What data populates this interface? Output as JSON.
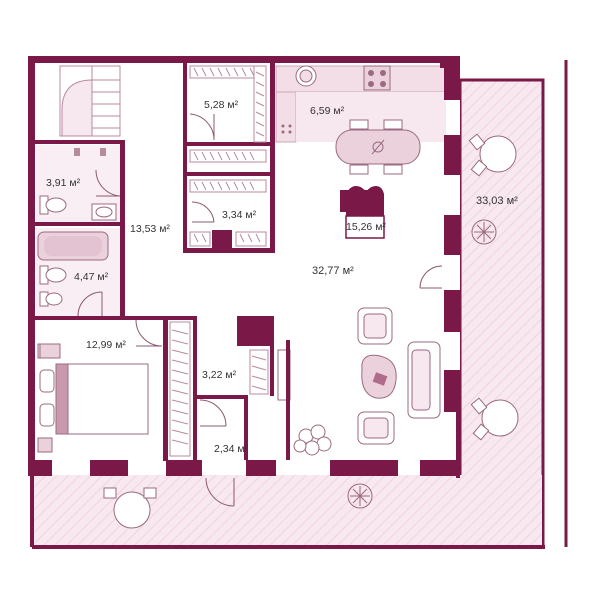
{
  "colors": {
    "wall": "#7a1847",
    "floor": "#ffffff",
    "terrace": "#f6e4ec",
    "tile": "#f3dde6",
    "fixture_fill": "#ead1dc",
    "fixture_stroke": "#9a6a80",
    "label": "#333333"
  },
  "rooms": {
    "wardrobe_top": {
      "area": "5,28 м²"
    },
    "kitchen": {
      "area": "6,59 м²"
    },
    "bathroom_top": {
      "area": "3,91 м²"
    },
    "terrace_right": {
      "area": "33,03 м²"
    },
    "hall": {
      "area": "13,53 м²"
    },
    "wardrobe_mid": {
      "area": "3,34 м²"
    },
    "stair": {
      "area": "15,26 м²"
    },
    "living": {
      "area": "32,77 м²"
    },
    "bathroom_bottom": {
      "area": "4,47 м²"
    },
    "bedroom": {
      "area": "12,99 м²"
    },
    "wardrobe_bottom": {
      "area": "3,22 м²"
    },
    "closet": {
      "area": "2,34 м²"
    }
  },
  "icons": {
    "sink": "sink-icon",
    "toilet": "toilet-icon",
    "bathtub": "bathtub-icon",
    "stove": "stove-icon",
    "dining_table": "dining-table-icon",
    "sofa": "sofa-icon",
    "armchair": "armchair-icon",
    "bed": "bed-icon",
    "plant": "plant-icon",
    "patio_set": "patio-set-icon"
  }
}
